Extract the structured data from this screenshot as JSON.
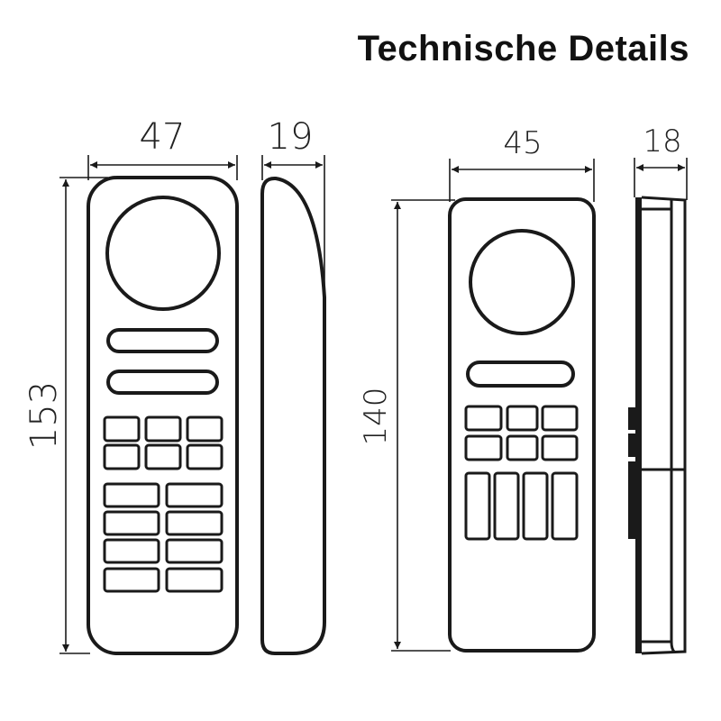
{
  "title": "Technische Details",
  "remote_a": {
    "width": "47",
    "depth": "19",
    "height": "153"
  },
  "remote_b": {
    "width": "45",
    "depth": "18",
    "height": "140"
  },
  "colors": {
    "line": "#1a1a1a",
    "background": "#ffffff"
  }
}
